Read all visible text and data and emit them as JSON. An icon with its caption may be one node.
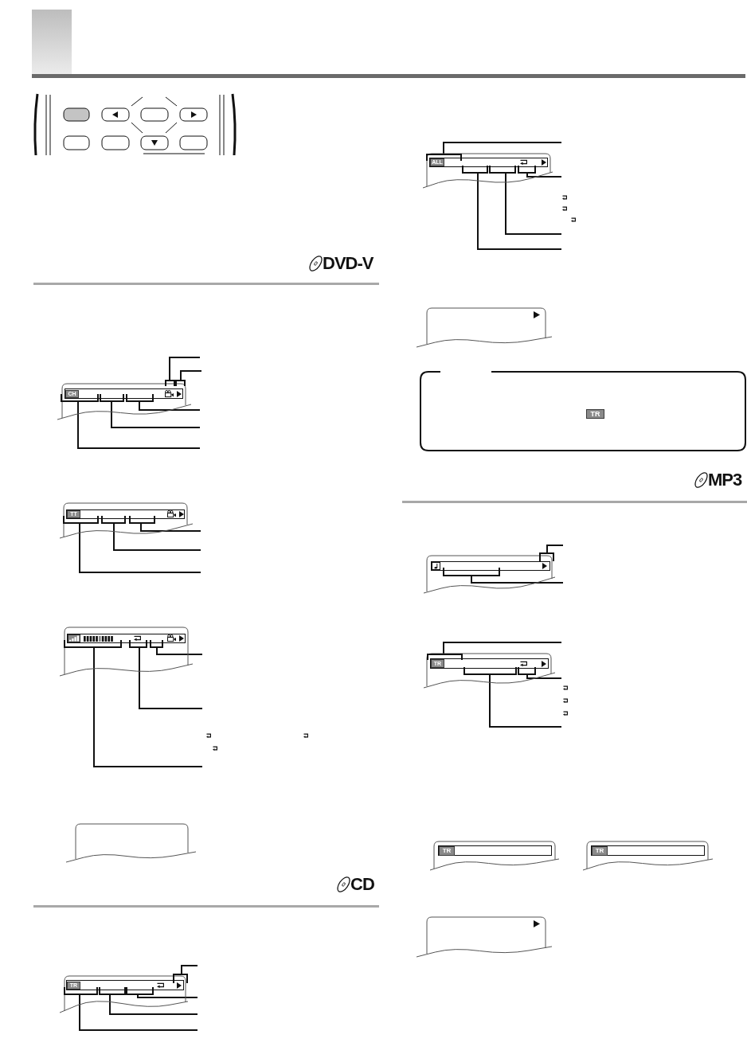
{
  "diagram": {
    "nodes": [
      {
        "text": [
          "CH"
        ]
      },
      {
        "text": [],
        "shape": "bracket",
        "in": 0
      },
      {
        "text": [],
        "shape": "bracket",
        "in": 0
      },
      {
        "text": [],
        "shape": "bracket",
        "in": 0
      },
      {
        "text": [],
        "shape": "bracket"
      },
      {
        "text": [],
        "shape": "bracket"
      },
      {
        "text": [
          "TT"
        ]
      },
      {
        "text": [],
        "shape": "bracket",
        "in": 6
      },
      {
        "text": [],
        "shape": "bracket",
        "in": 6
      },
      {
        "text": [],
        "shape": "bracket",
        "in": 6
      },
      {
        "text": [],
        "shape": "box"
      },
      {
        "text": [],
        "shape": "bracket",
        "in": 10
      },
      {
        "text": [],
        "shape": "bracket",
        "in": 10
      },
      {
        "text": [],
        "shape": "bracket",
        "in": 10
      },
      {
        "text": [],
        "shape": "box"
      },
      {
        "text": [
          "TR"
        ]
      },
      {
        "text": [],
        "shape": "bracket",
        "in": 15
      },
      {
        "text": [],
        "shape": "bracket",
        "in": 15
      },
      {
        "text": [],
        "shape": "bracket",
        "in": 15
      },
      {
        "text": [],
        "shape": "bracket"
      },
      {
        "text": [
          "ALL"
        ]
      },
      {
        "text": [],
        "shape": "bracket",
        "in": 20
      },
      {
        "text": [],
        "shape": "bracket",
        "in": 20
      },
      {
        "text": [],
        "shape": "bracket",
        "in": 20
      },
      {
        "text": [],
        "shape": "bracket",
        "in": 20
      },
      {
        "text": [],
        "shape": "box"
      },
      {
        "text": [
          "TR"
        ]
      },
      {
        "text": [],
        "shape": "box"
      },
      {
        "text": [],
        "shape": "bracket"
      },
      {
        "text": [],
        "shape": "bracket",
        "in": 27
      },
      {
        "text": [
          "TR"
        ]
      },
      {
        "text": [],
        "shape": "bracket",
        "in": 30
      },
      {
        "text": [],
        "shape": "bracket",
        "in": 30
      },
      {
        "text": [],
        "shape": "bracket",
        "in": 30
      },
      {
        "text": [
          "TR"
        ]
      },
      {
        "text": [
          "TR"
        ]
      },
      {
        "text": [],
        "shape": "box"
      }
    ],
    "edges": [
      {
        "from": null,
        "to": 1,
        "arrow": "none"
      },
      {
        "from": null,
        "to": 2,
        "arrow": "none"
      },
      {
        "from": null,
        "to": 3,
        "arrow": "none"
      },
      {
        "from": null,
        "to": 4,
        "arrow": "none"
      },
      {
        "from": null,
        "to": 5,
        "arrow": "none"
      },
      {
        "from": null,
        "to": 7,
        "arrow": "none"
      },
      {
        "from": null,
        "to": 8,
        "arrow": "none"
      },
      {
        "from": null,
        "to": 9,
        "arrow": "none"
      },
      {
        "from": null,
        "to": 11,
        "arrow": "none"
      },
      {
        "from": null,
        "to": 12,
        "arrow": "none"
      },
      {
        "from": null,
        "to": 13,
        "arrow": "none"
      },
      {
        "from": null,
        "to": 16,
        "arrow": "none"
      },
      {
        "from": null,
        "to": 17,
        "arrow": "none"
      },
      {
        "from": null,
        "to": 18,
        "arrow": "none"
      },
      {
        "from": null,
        "to": 19,
        "arrow": "none"
      },
      {
        "from": null,
        "to": 21,
        "arrow": "none"
      },
      {
        "from": null,
        "to": 22,
        "arrow": "none"
      },
      {
        "from": null,
        "to": 23,
        "arrow": "none"
      },
      {
        "from": null,
        "to": 24,
        "arrow": "none"
      },
      {
        "from": null,
        "to": 28,
        "arrow": "none"
      },
      {
        "from": null,
        "to": 29,
        "arrow": "none"
      },
      {
        "from": null,
        "to": 31,
        "arrow": "none"
      },
      {
        "from": null,
        "to": 32,
        "arrow": "none"
      },
      {
        "from": null,
        "to": 33,
        "arrow": "none"
      }
    ],
    "labels": [
      "DVD-V",
      "CD",
      "MP3"
    ]
  }
}
